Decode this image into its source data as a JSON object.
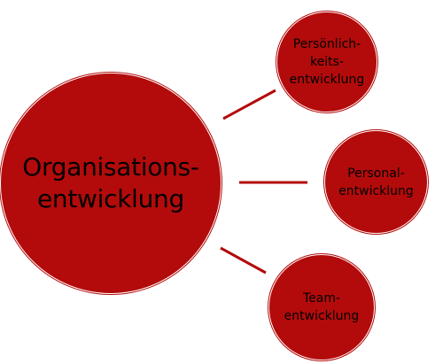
{
  "colors": {
    "node_fill": "#b30b0b",
    "connector": "#b30b0b",
    "text": "#000000",
    "background": "#ffffff"
  },
  "main": {
    "line1": "Organisations-",
    "line2": "entwicklung"
  },
  "satellites": [
    {
      "line1": "Persönlich-",
      "line2": "keits-",
      "line3": "entwicklung"
    },
    {
      "line1": "Personal-",
      "line2": "entwicklung"
    },
    {
      "line1": "Team-",
      "line2": "entwicklung"
    }
  ]
}
